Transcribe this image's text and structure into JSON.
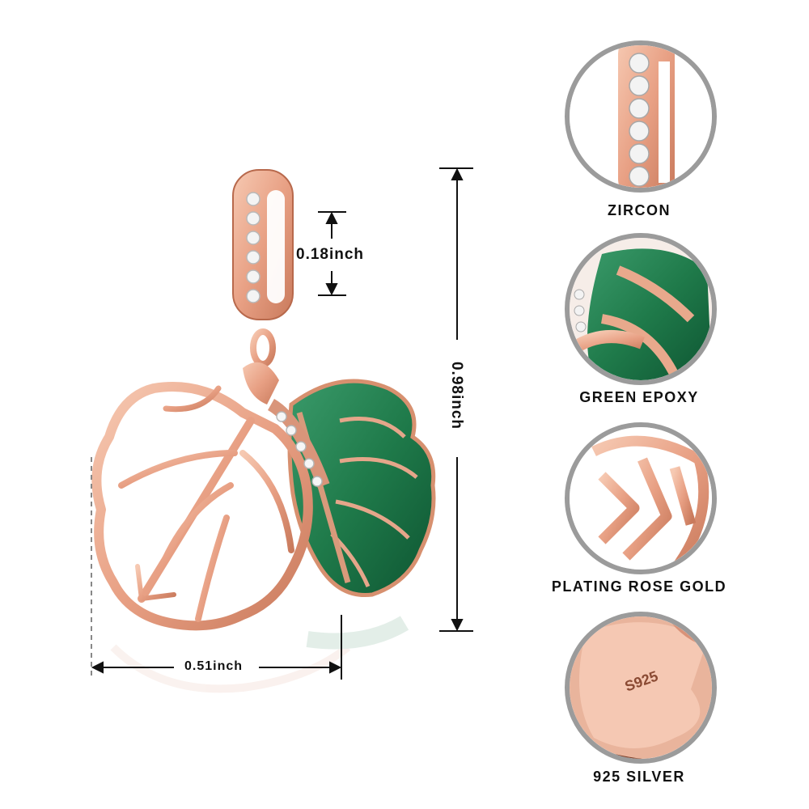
{
  "dimensions": {
    "bail_height": "0.18inch",
    "total_height": "0.98inch",
    "width": "0.51inch"
  },
  "features": [
    {
      "label": "ZIRCON",
      "icon": "zircon-closeup"
    },
    {
      "label": "GREEN EPOXY",
      "icon": "green-epoxy-closeup"
    },
    {
      "label": "PLATING ROSE GOLD",
      "icon": "rose-gold-closeup"
    },
    {
      "label": "925 SILVER",
      "icon": "silver-stamp-closeup"
    }
  ],
  "stamp_text": "S925",
  "colors": {
    "rose_gold": "#e8a98c",
    "rose_gold_dark": "#c97d5f",
    "green_epoxy": "#1f7a4a",
    "circle_border": "#9b9b9b"
  }
}
